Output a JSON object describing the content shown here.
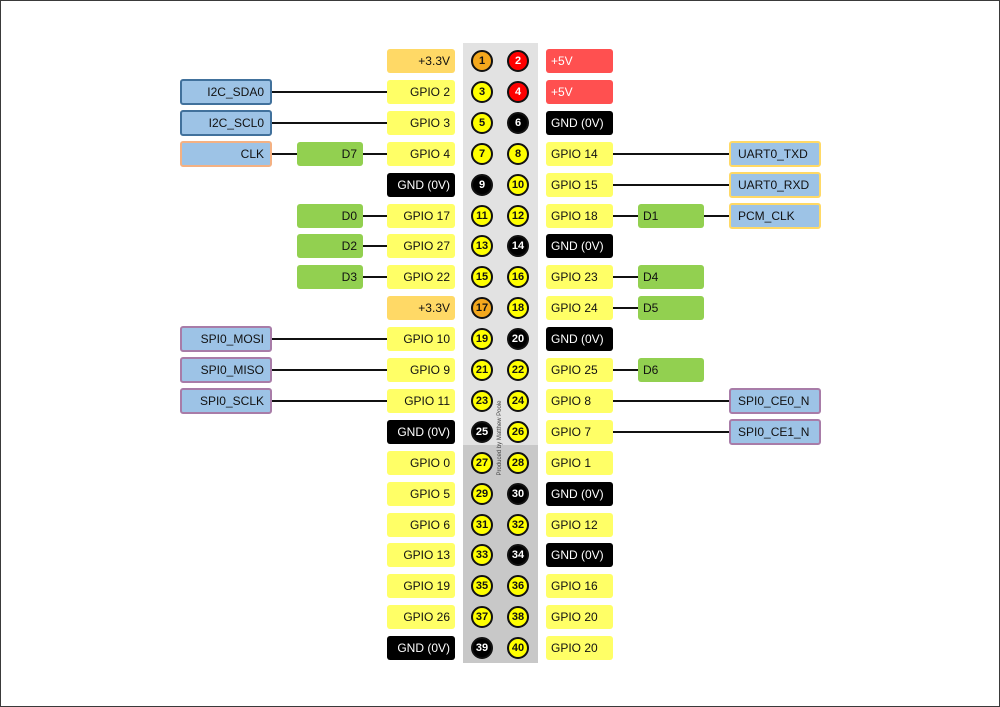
{
  "credit": "Produced by Matthew Poole",
  "colors": {
    "gpio": "#ffff66",
    "v33": "#ffd966",
    "v5": "#ff5050",
    "gnd": "#000000",
    "func_fill": "#9dc3e6",
    "i2c_border": "#41719c",
    "uart_border": "#ffd966",
    "spi_border": "#a87ca8",
    "clk_border": "#f4b183",
    "data_bit": "#92d050",
    "pin_gpio": "#ffff00",
    "pin_33": "#f4a81d",
    "pin_5": "#ff0000",
    "pin_gnd": "#000000"
  },
  "pins": [
    {
      "left": {
        "num": "1",
        "label": "+3.3V",
        "type": "v33"
      },
      "right": {
        "num": "2",
        "label": "+5V",
        "type": "v5"
      }
    },
    {
      "left": {
        "num": "3",
        "label": "GPIO 2",
        "type": "gpio"
      },
      "right": {
        "num": "4",
        "label": "+5V",
        "type": "v5"
      }
    },
    {
      "left": {
        "num": "5",
        "label": "GPIO 3",
        "type": "gpio"
      },
      "right": {
        "num": "6",
        "label": "GND (0V)",
        "type": "gnd"
      }
    },
    {
      "left": {
        "num": "7",
        "label": "GPIO 4",
        "type": "gpio"
      },
      "right": {
        "num": "8",
        "label": "GPIO 14",
        "type": "gpio"
      }
    },
    {
      "left": {
        "num": "9",
        "label": "GND (0V)",
        "type": "gnd"
      },
      "right": {
        "num": "10",
        "label": "GPIO 15",
        "type": "gpio"
      }
    },
    {
      "left": {
        "num": "11",
        "label": "GPIO 17",
        "type": "gpio"
      },
      "right": {
        "num": "12",
        "label": "GPIO 18",
        "type": "gpio"
      }
    },
    {
      "left": {
        "num": "13",
        "label": "GPIO 27",
        "type": "gpio"
      },
      "right": {
        "num": "14",
        "label": "GND (0V)",
        "type": "gnd"
      }
    },
    {
      "left": {
        "num": "15",
        "label": "GPIO 22",
        "type": "gpio"
      },
      "right": {
        "num": "16",
        "label": "GPIO 23",
        "type": "gpio"
      }
    },
    {
      "left": {
        "num": "17",
        "label": "+3.3V",
        "type": "v33"
      },
      "right": {
        "num": "18",
        "label": "GPIO 24",
        "type": "gpio"
      }
    },
    {
      "left": {
        "num": "19",
        "label": "GPIO 10",
        "type": "gpio"
      },
      "right": {
        "num": "20",
        "label": "GND (0V)",
        "type": "gnd"
      }
    },
    {
      "left": {
        "num": "21",
        "label": "GPIO 9",
        "type": "gpio"
      },
      "right": {
        "num": "22",
        "label": "GPIO 25",
        "type": "gpio"
      }
    },
    {
      "left": {
        "num": "23",
        "label": "GPIO 11",
        "type": "gpio"
      },
      "right": {
        "num": "24",
        "label": "GPIO 8",
        "type": "gpio"
      }
    },
    {
      "left": {
        "num": "25",
        "label": "GND (0V)",
        "type": "gnd"
      },
      "right": {
        "num": "26",
        "label": "GPIO 7",
        "type": "gpio"
      }
    },
    {
      "left": {
        "num": "27",
        "label": "GPIO 0",
        "type": "gpio"
      },
      "right": {
        "num": "28",
        "label": "GPIO 1",
        "type": "gpio"
      }
    },
    {
      "left": {
        "num": "29",
        "label": "GPIO 5",
        "type": "gpio"
      },
      "right": {
        "num": "30",
        "label": "GND (0V)",
        "type": "gnd"
      }
    },
    {
      "left": {
        "num": "31",
        "label": "GPIO 6",
        "type": "gpio"
      },
      "right": {
        "num": "32",
        "label": "GPIO 12",
        "type": "gpio"
      }
    },
    {
      "left": {
        "num": "33",
        "label": "GPIO 13",
        "type": "gpio"
      },
      "right": {
        "num": "34",
        "label": "GND (0V)",
        "type": "gnd"
      }
    },
    {
      "left": {
        "num": "35",
        "label": "GPIO 19",
        "type": "gpio"
      },
      "right": {
        "num": "36",
        "label": "GPIO 16",
        "type": "gpio"
      }
    },
    {
      "left": {
        "num": "37",
        "label": "GPIO 26",
        "type": "gpio"
      },
      "right": {
        "num": "38",
        "label": "GPIO 20",
        "type": "gpio"
      }
    },
    {
      "left": {
        "num": "39",
        "label": "GND (0V)",
        "type": "gnd"
      },
      "right": {
        "num": "40",
        "label": "GPIO 20",
        "type": "gpio"
      }
    }
  ],
  "left_functions": [
    {
      "row": 1,
      "label": "I2C_SDA0",
      "style": "i2c"
    },
    {
      "row": 2,
      "label": "I2C_SCL0",
      "style": "i2c"
    },
    {
      "row": 3,
      "label": "CLK",
      "style": "clk"
    },
    {
      "row": 9,
      "label": "SPI0_MOSI",
      "style": "spi"
    },
    {
      "row": 10,
      "label": "SPI0_MISO",
      "style": "spi"
    },
    {
      "row": 11,
      "label": "SPI0_SCLK",
      "style": "spi"
    }
  ],
  "left_data": [
    {
      "row": 3,
      "label": "D7"
    },
    {
      "row": 5,
      "label": "D0"
    },
    {
      "row": 6,
      "label": "D2"
    },
    {
      "row": 7,
      "label": "D3"
    }
  ],
  "right_functions": [
    {
      "row": 3,
      "label": "UART0_TXD",
      "style": "uart"
    },
    {
      "row": 4,
      "label": "UART0_RXD",
      "style": "uart"
    },
    {
      "row": 5,
      "label": "PCM_CLK",
      "style": "uart"
    },
    {
      "row": 11,
      "label": "SPI0_CE0_N",
      "style": "spi"
    },
    {
      "row": 12,
      "label": "SPI0_CE1_N",
      "style": "spi"
    }
  ],
  "right_data": [
    {
      "row": 5,
      "label": "D1"
    },
    {
      "row": 7,
      "label": "D4"
    },
    {
      "row": 8,
      "label": "D5"
    },
    {
      "row": 10,
      "label": "D6"
    }
  ]
}
